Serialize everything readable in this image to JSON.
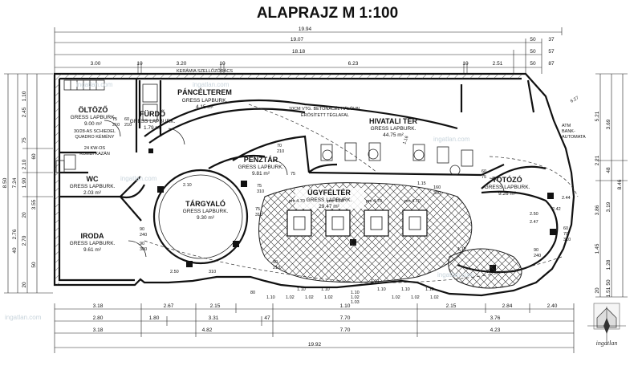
{
  "title": "ALAPRAJZ M 1:100",
  "rooms": {
    "oltozo": {
      "name": "ÖLTÖZŐ",
      "floor": "GRESS LAPBURK.",
      "area": "9.00 m²"
    },
    "furdo": {
      "name": "FÜRDŐ",
      "floor": "GRESS LAPBURK.",
      "area": "1.79 m²"
    },
    "pancelterem": {
      "name": "PÁNCÉLTEREM",
      "floor": "GRESS LAPBURK.",
      "area": "4.15 m²"
    },
    "wc": {
      "name": "WC",
      "floor": "GRESS LAPBURK.",
      "area": "2.03 m²"
    },
    "penztar": {
      "name": "PÉNZTÁR",
      "floor": "GRESS LAPBURK.",
      "area": "9.81 m²"
    },
    "hivatali_ter": {
      "name": "HIVATALI TÉR",
      "floor": "GRESS LAPBURK.",
      "area": "44.75 m²"
    },
    "ugyfelter": {
      "name": "ÜGYFÉLTÉR",
      "floor": "GRESS LAPBURK.",
      "area": "29.47 m²"
    },
    "targyalo": {
      "name": "TÁRGYALÓ",
      "floor": "GRESS LAPBURK.",
      "area": "9.30 m²"
    },
    "iroda": {
      "name": "IRODA",
      "floor": "GRESS LAPBURK.",
      "area": "9.61 m²"
    },
    "totozo": {
      "name": "TOTÓZÓ",
      "floor": "GRESS LAPBURK.",
      "area": "9.26 m²"
    }
  },
  "notes": {
    "keramia": "KERÁMIA SZELLŐZŐRÁCS",
    "beton_1": "10CM VTG. BETONACÉL HÁLÓVAL",
    "beton_2": "ERŐSÍTETT TÉGLAFAL",
    "atm_1": "ATM",
    "atm_2": "BANK-",
    "atm_3": "AUTOMATA",
    "kemeny": "30/28-AS SCHIEDEL",
    "kemeny_2": "QUADRO KÉMÉNY",
    "kazan": "24 KW-OS",
    "kazan_2": "KOMBI KAZÁN"
  },
  "dims_top": {
    "r1": "19.94",
    "r2": "19.07",
    "r3": "18.18",
    "r4": [
      "3.00",
      "10",
      "3.20",
      "10",
      "6.23",
      "10",
      "2.51",
      "50",
      "87"
    ],
    "r2_right": [
      "50",
      "37"
    ],
    "r3_right": [
      "50",
      "57"
    ]
  },
  "dims_bottom": {
    "r1": [
      "3.18",
      "2.67",
      "2.15",
      "1.10",
      "2.15",
      "2.84",
      "2.40"
    ],
    "r2": [
      "2.80",
      "1.80",
      "3.31",
      "47",
      "7.70",
      "3.76"
    ],
    "r3": [
      "3.18",
      "4.82",
      "7.70",
      "4.23"
    ],
    "total": "19.92"
  },
  "dims_left": [
    "8.50",
    "7.24",
    "1.10",
    "2.45",
    "75",
    "60",
    "2.10",
    "1.90",
    "3.55",
    "20",
    "2.70",
    "50",
    "40",
    "2.76",
    "20"
  ],
  "dims_right": [
    "5.21",
    "3.69",
    "8.46",
    "3.19",
    "1.45",
    "1.28",
    "50",
    "3.86",
    "20",
    "2.21",
    "48",
    "1.51"
  ],
  "small_labels": {
    "w1": "75",
    "w2": "210",
    "w3": "60",
    "w4": "210",
    "p1": "75",
    "p2": "310",
    "p3": "70",
    "p4": "210",
    "p5": "75",
    "t1": "2.10",
    "t2": "90",
    "t3": "240",
    "t4": "90",
    "t5": "300",
    "t6": "310",
    "t7": "2.50",
    "u1": "75",
    "u2": "310",
    "u3": "90",
    "u4": "210",
    "b1": "pm 4.70",
    "b2": "pm 4.70",
    "b3": "pm 4.70",
    "b4": "pm 4.70",
    "tt1": "160",
    "tt2": "310",
    "tt3": "2.50",
    "tt4": "2.47",
    "tt5": "2.42",
    "tt6": "90",
    "tt7": "240",
    "tt8": "60",
    "tt9": "70",
    "tt10": "310",
    "tt11": "60",
    "tt12": "75",
    "tt13": "1.10",
    "tt14": "0.02",
    "tt15": "2.44",
    "hv1": "1.16",
    "hv2": "6.27",
    "hv3": "1.15",
    "hv4": "1.01",
    "bb": [
      "1.10",
      "1.02",
      "1.02",
      "1.02",
      "1.02",
      "1.02",
      "1.02"
    ],
    "bt": [
      "80",
      "1.10",
      "1.10",
      "1.10",
      "1.10",
      "1.10"
    ],
    "dp": "1.02",
    "dp2": "1.03",
    "dp3": "1.10"
  },
  "watermarks": [
    "ingatlan.com",
    "ingatlan.com",
    "ingatlan.com",
    "ingatlan.com",
    "ingatlan.com",
    "ingatlan.com"
  ],
  "logo": {
    "brand": "ingatlan"
  }
}
